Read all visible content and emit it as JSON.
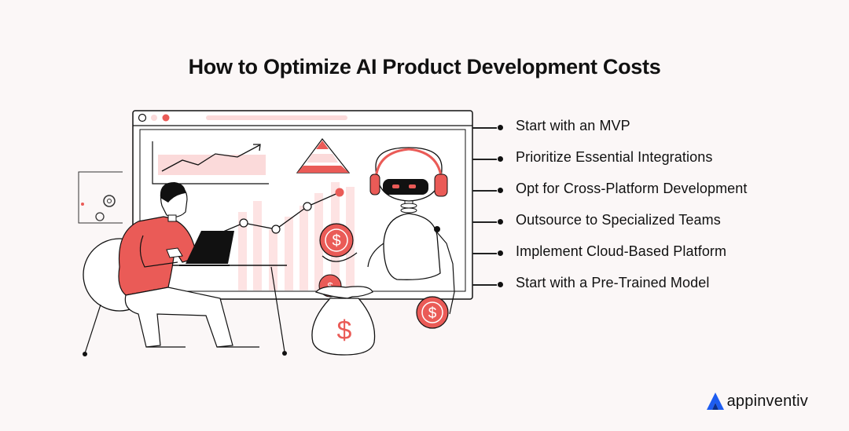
{
  "title": "How to Optimize AI Product Development Costs",
  "items": [
    "Start with an MVP",
    "Prioritize Essential Integrations",
    "Opt for Cross-Platform Development",
    "Outsource to Specialized Teams",
    "Implement Cloud-Based Platform",
    "Start with a Pre-Trained Model"
  ],
  "coin_symbol": "$",
  "brand": "appinventiv",
  "colors": {
    "accent": "#ea5b57",
    "accent_light": "#fbdada",
    "ink": "#111111",
    "background": "#fbf7f7",
    "brand_blue": "#1d5cf0"
  },
  "icons": [
    "gear-icon",
    "dollar-coin-icon",
    "money-bag-icon",
    "robot-icon",
    "laptop-icon",
    "line-chart-icon",
    "pyramid-icon",
    "appinventiv-logo-icon"
  ]
}
